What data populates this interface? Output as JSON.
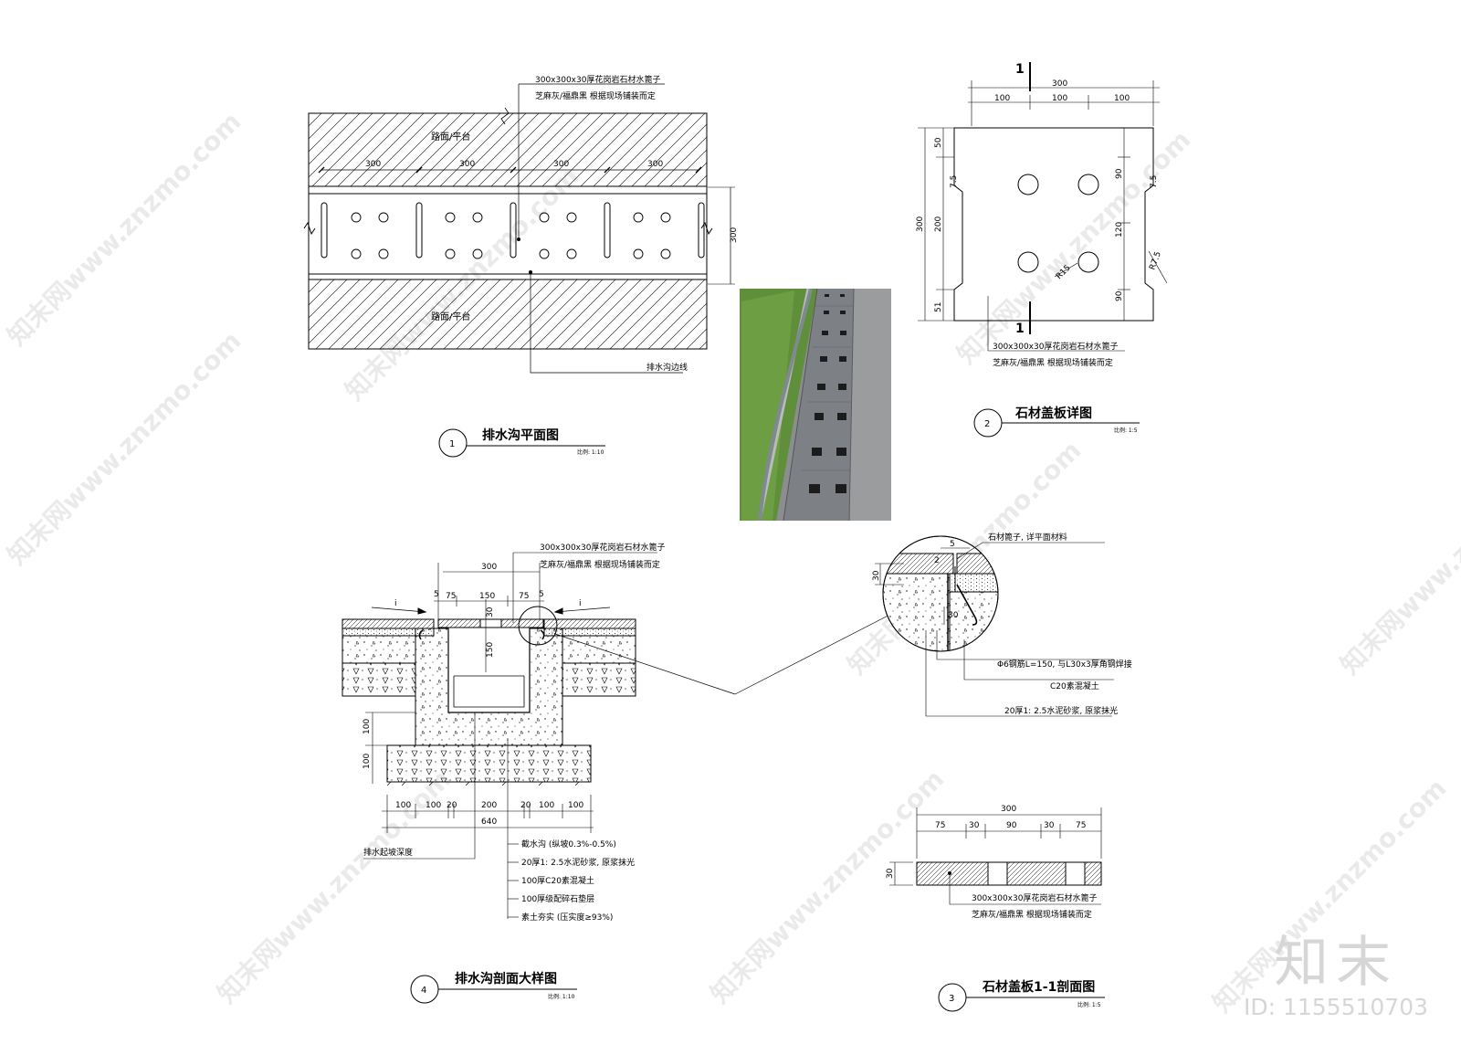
{
  "watermark": {
    "site": "知末网www.znzmo.com"
  },
  "brand": {
    "logo": "知末",
    "id": "ID: 1155510703"
  },
  "plan": {
    "title": "排水沟平面图",
    "number": "1",
    "scale": "比例: 1:10",
    "grate_label": "300x300x30厚花岗岩石材水篦子",
    "material_label": "芝麻灰/福鼎黑 根据现场铺装而定",
    "paving_label": "路面/平台",
    "edge_label": "排水沟边线",
    "dims": [
      "300",
      "300",
      "300",
      "300"
    ],
    "width_dim": "300"
  },
  "detail2": {
    "title": "石材盖板详图",
    "number": "2",
    "scale": "比例: 1:5",
    "section_mark": "1",
    "dim_top": "300",
    "dims_top": [
      "100",
      "100",
      "100"
    ],
    "dim_left": "300",
    "dims_left": [
      "50",
      "200",
      "51"
    ],
    "dims_right": [
      "90",
      "120",
      "90"
    ],
    "notch_left": "7.5",
    "notch_right": "7.5",
    "radius_hole": "R15",
    "radius_corner": "R7.5",
    "grate_label": "300x300x30厚花岗岩石材水篦子",
    "material_label": "芝麻灰/福鼎黑 根据现场铺装而定"
  },
  "detail4": {
    "title": "排水沟剖面大样图",
    "number": "4",
    "scale": "比例: 1:10",
    "grate_label": "300x300x30厚花岗岩石材水篦子",
    "material_label": "芝麻灰/福鼎黑 根据现场铺装而定",
    "slope_mark": "i",
    "top_dims": [
      "5",
      "75",
      "150",
      "75",
      "5"
    ],
    "top_total": "300",
    "inner_dims": [
      "30",
      "150"
    ],
    "left_dims": [
      "100",
      "100"
    ],
    "bottom_dims": [
      "100",
      "100",
      "20",
      "200",
      "20",
      "100",
      "100"
    ],
    "bottom_total": "640",
    "depth_label": "排水起坡深度",
    "layers": [
      "截水沟 (纵坡0.3%-0.5%)",
      "20厚1: 2.5水泥砂浆, 原浆抹光",
      "100厚C20素混凝土",
      "100厚级配碎石垫层",
      "素土夯实 (压实度≥93%)"
    ]
  },
  "enlarge": {
    "dims": [
      "5",
      "2",
      "30",
      "30"
    ],
    "labels": [
      "石材篦子, 详平面材料",
      "Φ6钢筋L=150, 与L30x3厚角钢焊接",
      "C20素混凝土",
      "20厚1: 2.5水泥砂浆, 原浆抹光"
    ]
  },
  "detail3": {
    "title": "石材盖板1-1剖面图",
    "number": "3",
    "scale": "比例: 1:5",
    "total": "300",
    "dims": [
      "75",
      "30",
      "90",
      "30",
      "75"
    ],
    "height": "30",
    "grate_label": "300x300x30厚花岗岩石材水篦子",
    "material_label": "芝麻灰/福鼎黑 根据现场铺装而定"
  },
  "colors": {
    "line": "#000000",
    "grass": "#5f8f3a",
    "concrete": "#8e9092"
  }
}
